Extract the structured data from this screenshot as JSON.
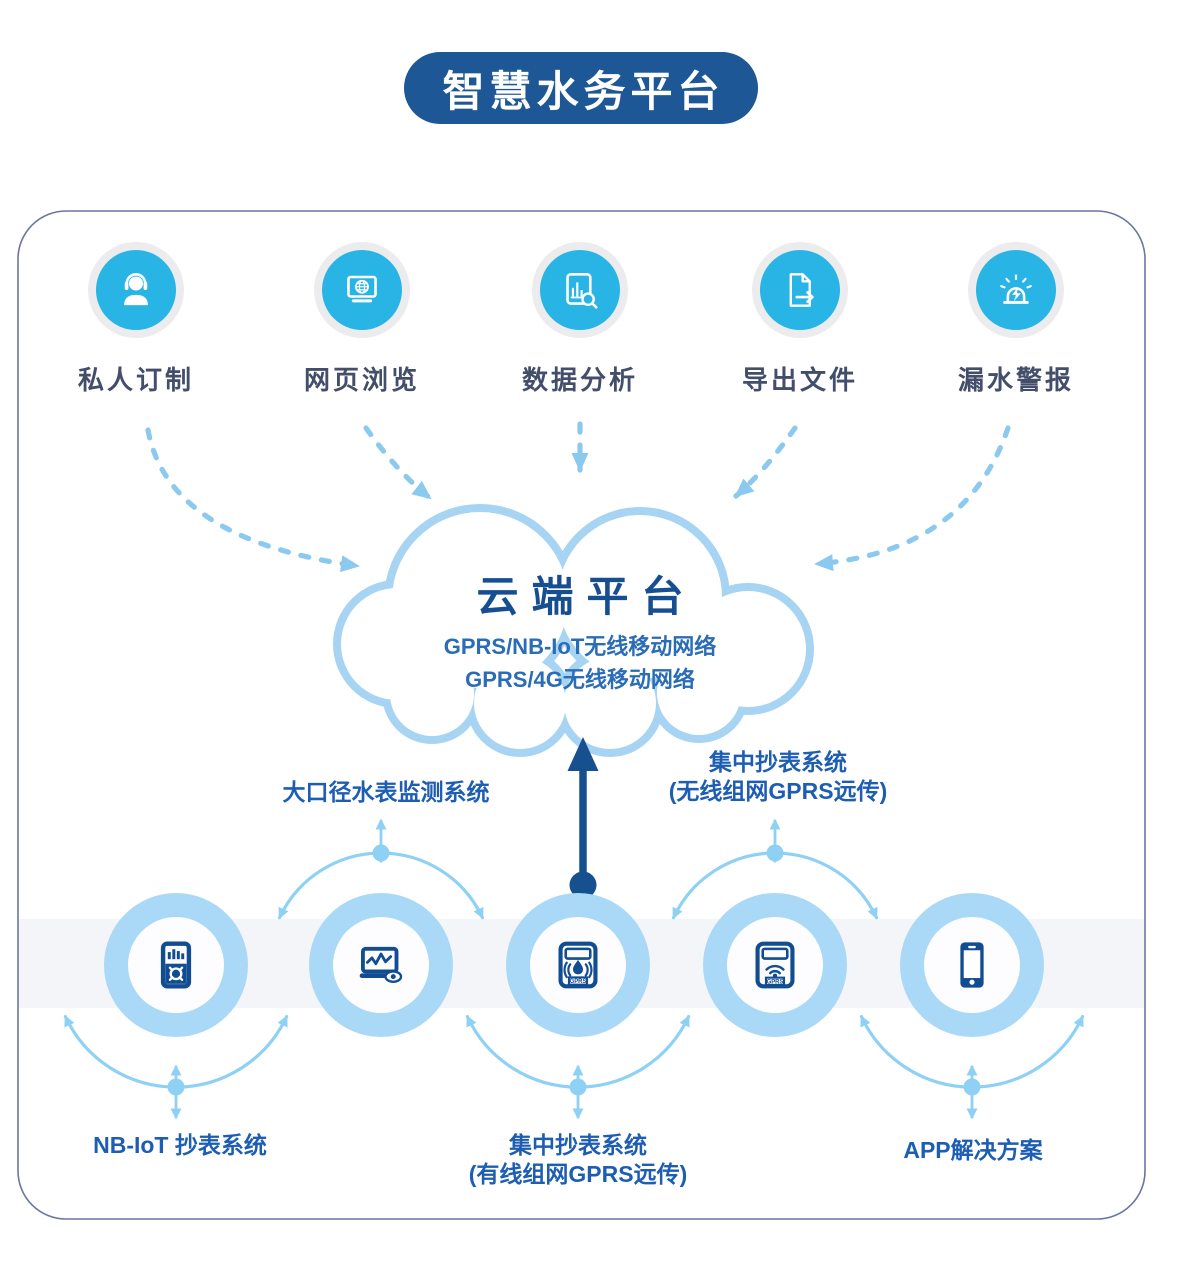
{
  "title": "智慧水务平台",
  "features": [
    {
      "label": "私人订制",
      "icon": "customer-service-icon"
    },
    {
      "label": "网页浏览",
      "icon": "web-browser-icon"
    },
    {
      "label": "数据分析",
      "icon": "data-analysis-icon"
    },
    {
      "label": "导出文件",
      "icon": "export-file-icon"
    },
    {
      "label": "漏水警报",
      "icon": "leak-alarm-icon"
    }
  ],
  "cloud": {
    "title": "云端平台",
    "network_line1": "GPRS/NB-IoT无线移动网络",
    "network_line2": "GPRS/4G无线移动网络"
  },
  "systems": {
    "big_meter": {
      "label": "大口径水表监测系统"
    },
    "wireless_gprs": {
      "label": "集中抄表系统",
      "sub": "(无线组网GPRS远传)"
    },
    "nbiot": {
      "label": "NB-IoT 抄表系统"
    },
    "wired_gprs": {
      "label": "集中抄表系统",
      "sub": "(有线组网GPRS远传)"
    },
    "app": {
      "label": "APP解决方案"
    }
  },
  "badges": {
    "gprs": "GPRS"
  },
  "colors": {
    "title_bg": "#1d5795",
    "feature_circle": "#29b4e6",
    "dashed_arrow": "#8cc9ee",
    "cloud_border": "#a6d4f2",
    "upload_arrow": "#16508e",
    "device_ring": "#a9d9f6",
    "device_icon": "#124d92",
    "system_label": "#1d5eb3"
  }
}
